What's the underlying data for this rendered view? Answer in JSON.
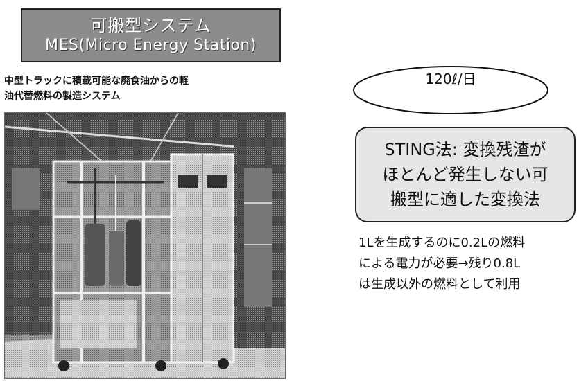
{
  "title": {
    "line1": "可搬型システム",
    "line2": "MES(Micro Energy Station)"
  },
  "description": {
    "line1": "中型トラックに積載可能な廃食油からの軽",
    "line2": "油代替燃料の製造システム"
  },
  "photo": {
    "icon": "equipment-photo"
  },
  "capacity": {
    "text": "120ℓ/日"
  },
  "sting_box": {
    "line1": "STING法: 変換残渣が",
    "line2": "ほとんど発生しない可",
    "line3": "搬型に適した変換法"
  },
  "note": {
    "line1": "1Lを生成するのに0.2Lの燃料",
    "line2": "による電力が必要→残り0.8L",
    "line3": "は生成以外の燃料として利用"
  },
  "colors": {
    "title_bg": "#8c8c8c",
    "box_bg": "#e6e6e6",
    "border": "#222222"
  }
}
